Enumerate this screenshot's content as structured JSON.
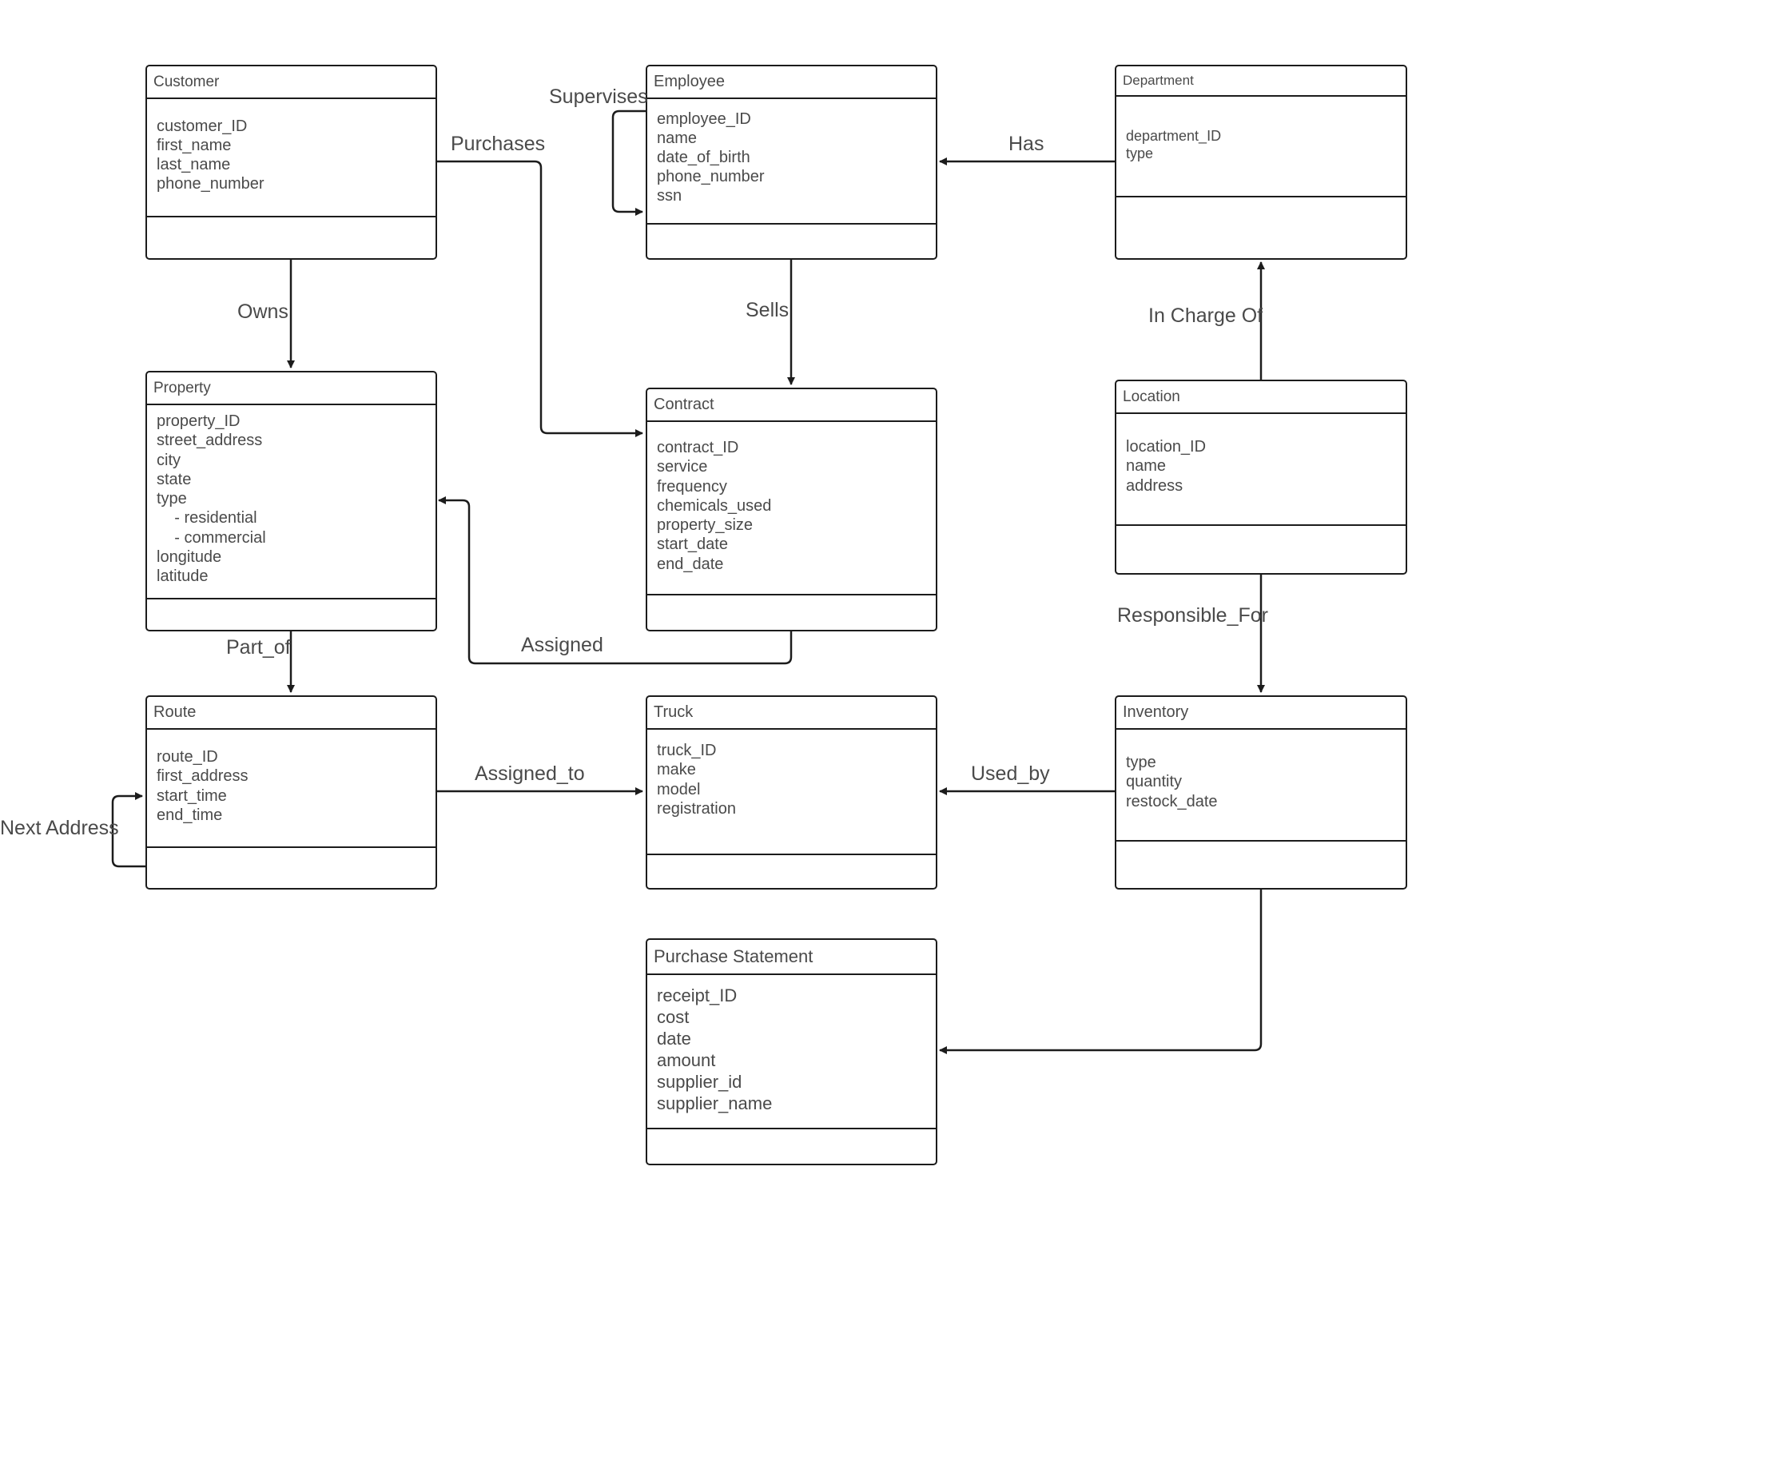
{
  "entities": {
    "customer": {
      "title": "Customer",
      "attributes": [
        "customer_ID",
        "first_name",
        "last_name",
        "phone_number"
      ]
    },
    "employee": {
      "title": "Employee",
      "attributes": [
        "employee_ID",
        "name",
        "date_of_birth",
        "phone_number",
        "ssn"
      ]
    },
    "department": {
      "title": "Department",
      "attributes": [
        "department_ID",
        "type"
      ]
    },
    "property": {
      "title": "Property",
      "attributes": [
        "property_ID",
        "street_address",
        "city",
        "state",
        "type",
        "    - residential",
        "    - commercial",
        "longitude",
        "latitude"
      ]
    },
    "contract": {
      "title": "Contract",
      "attributes": [
        "contract_ID",
        "service",
        "frequency",
        "chemicals_used",
        "property_size",
        "start_date",
        "end_date"
      ]
    },
    "location": {
      "title": "Location",
      "attributes": [
        "location_ID",
        "name",
        "address"
      ]
    },
    "route": {
      "title": "Route",
      "attributes": [
        "route_ID",
        "first_address",
        "start_time",
        "end_time"
      ]
    },
    "truck": {
      "title": "Truck",
      "attributes": [
        "truck_ID",
        "make",
        "model",
        "registration"
      ]
    },
    "inventory": {
      "title": "Inventory",
      "attributes": [
        "type",
        "quantity",
        "restock_date"
      ]
    },
    "purchase_statement": {
      "title": "Purchase Statement",
      "attributes": [
        "receipt_ID",
        "cost",
        "date",
        "amount",
        "supplier_id",
        "supplier_name"
      ]
    }
  },
  "relationships": {
    "supervises": "Supervises",
    "purchases": "Purchases",
    "has": "Has",
    "owns": "Owns",
    "sells": "Sells",
    "in_charge_of": "In Charge Of",
    "assigned": "Assigned",
    "part_of": "Part_of",
    "responsible_for": "Responsible_For",
    "assigned_to": "Assigned_to",
    "used_by": "Used_by",
    "next_address": "Next Address"
  },
  "colors": {
    "line": "#1c1c1c",
    "text": "#4a4a4a",
    "background": "#ffffff"
  }
}
